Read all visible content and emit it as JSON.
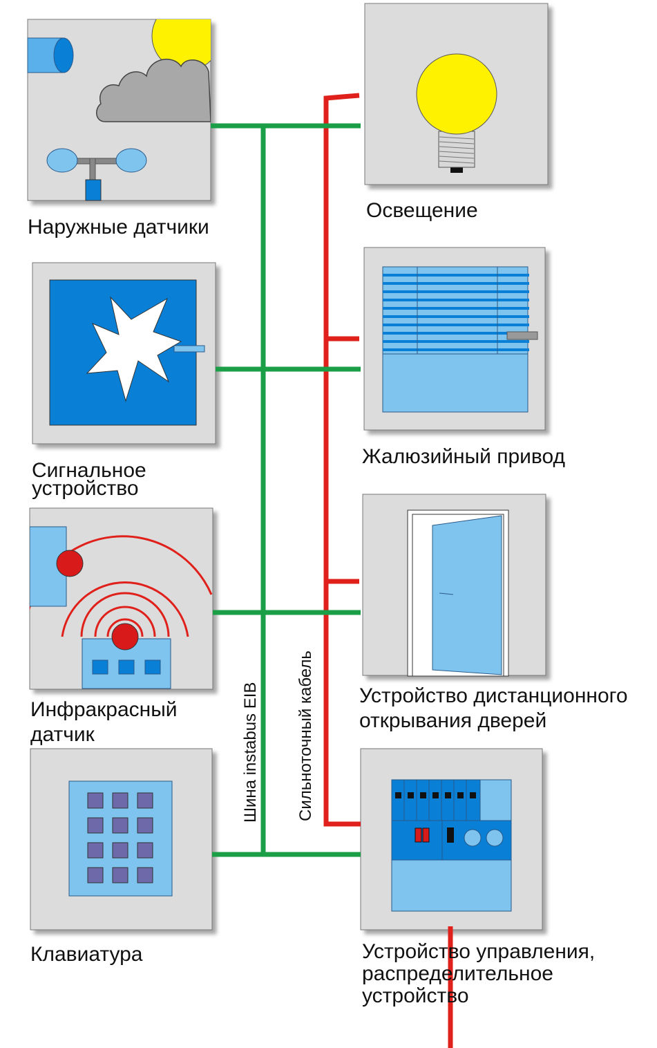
{
  "labels": {
    "outdoor_sensors": "Наружные датчики",
    "lighting": "Освещение",
    "alarm_1": "Сигнальное",
    "alarm_2": "устройство",
    "blinds": "Жалюзийный привод",
    "infrared_1": "Инфракрасный",
    "infrared_2": "датчик",
    "door_1": "Устройство дистанционного",
    "door_2": "открывания дверей",
    "keypad": "Клавиатура",
    "control_1": "Устройство управления,",
    "control_2": "распределительное",
    "control_3": "устройство"
  },
  "lines": {
    "bus": "Шина instabus EIB",
    "power": "Сильноточный кабель"
  },
  "colors": {
    "bus_green": "#1a9e46",
    "power_red": "#e0201a",
    "panel_gray": "#dcdcdc",
    "blue_dark": "#0a7fd6",
    "blue_light": "#7ec4ee",
    "yellow": "#fff200",
    "cloud_gray": "#a8a8a8",
    "keypad_purple": "#6e6aaa"
  }
}
